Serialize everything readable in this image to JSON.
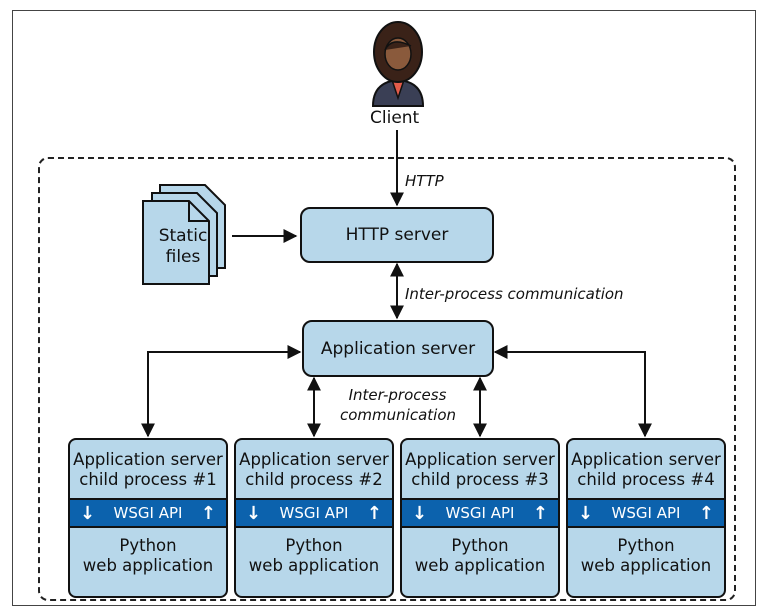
{
  "client": {
    "label": "Client"
  },
  "http_label": "HTTP",
  "http_server": {
    "label": "HTTP server"
  },
  "static_files": {
    "line1": "Static",
    "line2": "files"
  },
  "ipc_top": "Inter-process communication",
  "app_server": {
    "label": "Application server"
  },
  "ipc_mid": {
    "line1": "Inter-process",
    "line2": "communication"
  },
  "children": [
    {
      "title1": "Application server",
      "title2": "child process #1",
      "api": "WSGI API",
      "app1": "Python",
      "app2": "web application"
    },
    {
      "title1": "Application server",
      "title2": "child process #2",
      "api": "WSGI API",
      "app1": "Python",
      "app2": "web application"
    },
    {
      "title1": "Application server",
      "title2": "child process #3",
      "api": "WSGI API",
      "app1": "Python",
      "app2": "web application"
    },
    {
      "title1": "Application server",
      "title2": "child process #4",
      "api": "WSGI API",
      "app1": "Python",
      "app2": "web application"
    }
  ],
  "colors": {
    "box_fill": "#b7d7ea",
    "api_band": "#0c62ad",
    "stroke": "#111111"
  }
}
